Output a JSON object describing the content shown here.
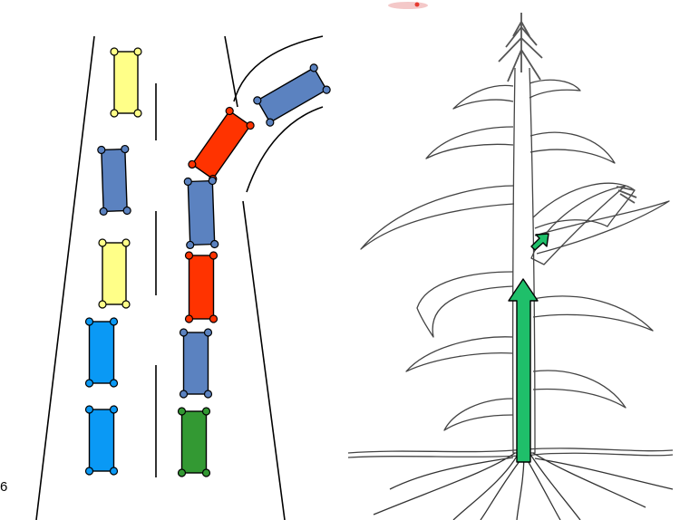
{
  "page_number": "6",
  "colors": {
    "yellow": "#ffff88",
    "blue": "#5b82c0",
    "bright_blue": "#0a99f5",
    "red": "#ff3300",
    "green": "#339933",
    "arrow_green": "#1fbf6a",
    "road_line": "#000000"
  },
  "left_panel": {
    "subject": "lanes-of-cars-diagram",
    "left_lane_cars": [
      "yellow",
      "blue",
      "yellow",
      "bright_blue",
      "bright_blue"
    ],
    "right_lane_cars": [
      "red",
      "blue",
      "red",
      "blue",
      "green"
    ],
    "merging_cars": [
      "blue",
      "red"
    ]
  },
  "right_panel": {
    "subject": "corn-plant-illustration",
    "arrows": [
      "large-green-up-arrow",
      "small-green-diagonal-arrow"
    ]
  }
}
